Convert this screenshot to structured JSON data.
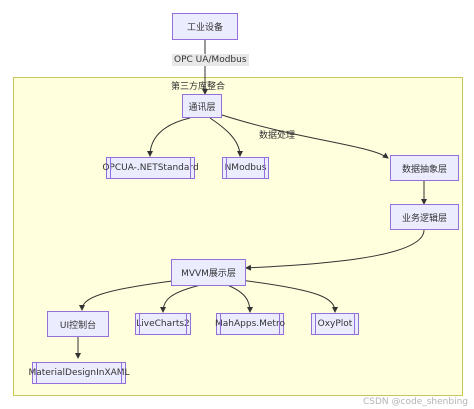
{
  "cluster": {
    "title": "第三方库整合"
  },
  "nodes": {
    "industrial_device": "工业设备",
    "comm_layer": "通讯层",
    "opcua": "OPCUA-.NETStandard",
    "nmodbus": "NModbus",
    "data_abstraction": "数据抽象层",
    "business_logic": "业务逻辑层",
    "mvvm": "MVVM展示层",
    "ui_control": "UI控制台",
    "livecharts": "LiveCharts2",
    "mahapps": "MahApps.Metro",
    "oxyplot": "OxyPlot",
    "material": "MaterialDesignInXAML"
  },
  "edges": {
    "device_to_comm": "OPC UA/Modbus",
    "comm_to_data": "数据处理"
  },
  "watermark": "CSDN @code_shenbing",
  "colors": {
    "node_fill": "#ececff",
    "node_border": "#9370db",
    "cluster_fill": "#ffffde",
    "cluster_border": "#c8c85c",
    "edge": "#333333"
  }
}
